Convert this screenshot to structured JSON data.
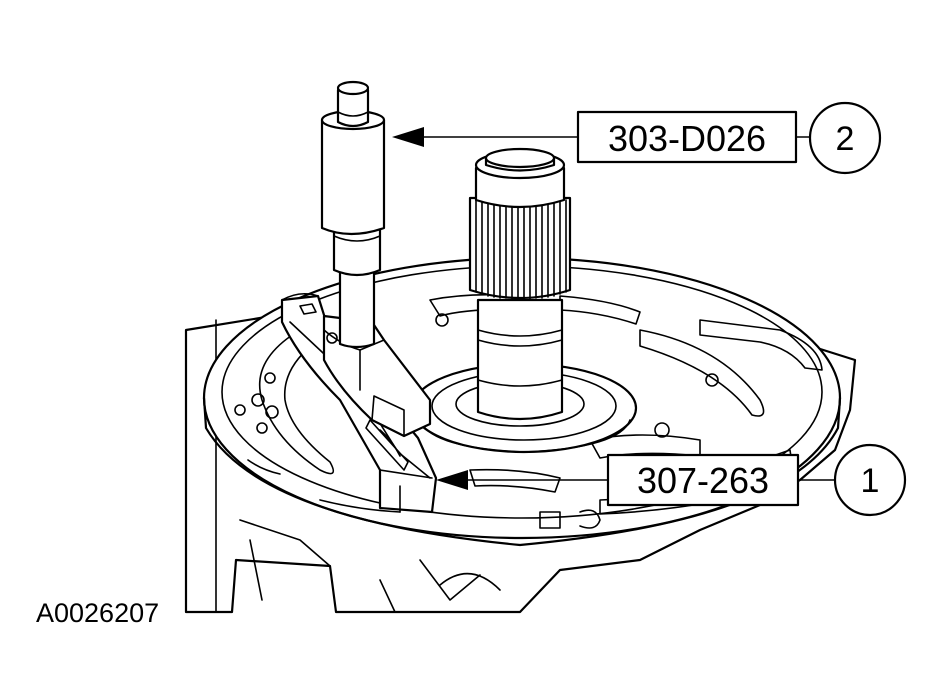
{
  "figure": {
    "id_label": "A0026207",
    "colors": {
      "line": "#000000",
      "background": "#ffffff"
    },
    "callouts": [
      {
        "number": "2",
        "part": "303-D026",
        "target": "micrometer"
      },
      {
        "number": "1",
        "part": "307-263",
        "target": "gauge-bar"
      }
    ]
  }
}
